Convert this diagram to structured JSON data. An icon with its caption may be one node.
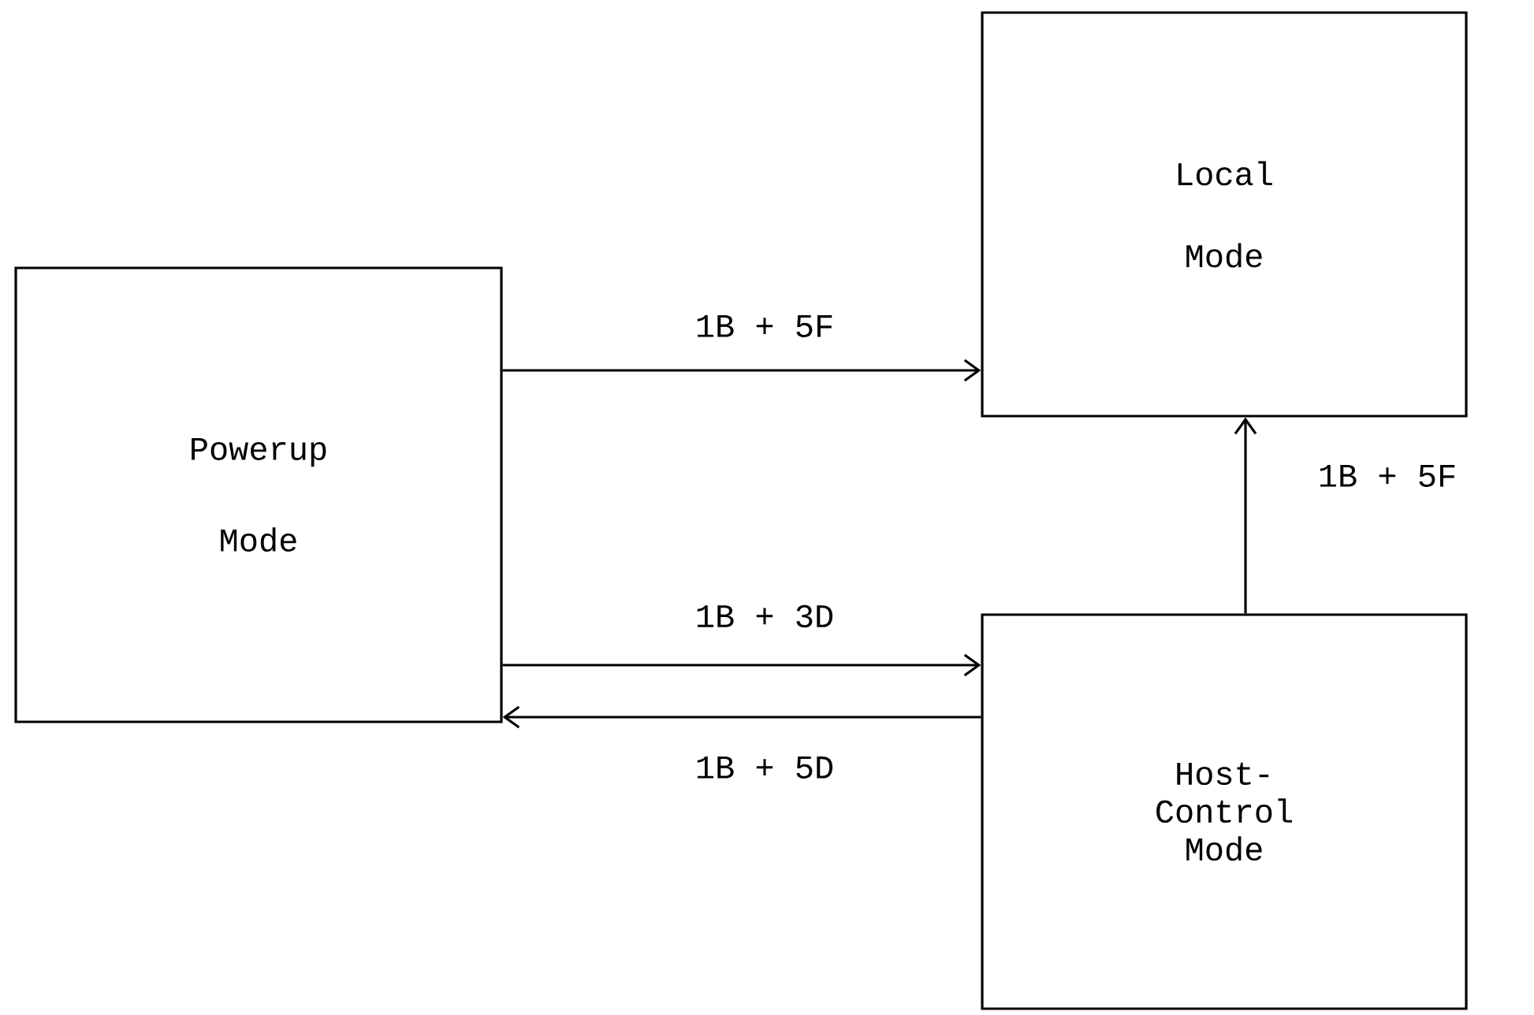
{
  "diagram": {
    "nodes": [
      {
        "text": [
          "Powerup Mode"
        ]
      },
      {
        "text": [
          "Local Mode"
        ]
      },
      {
        "text": [
          "Host-Control Mode"
        ]
      }
    ],
    "edges": [
      {
        "from": 0,
        "to": 1,
        "arrow": "to",
        "label": "1B + 5F"
      },
      {
        "from": 0,
        "to": 2,
        "arrow": "to",
        "label": "1B + 3D"
      },
      {
        "from": 2,
        "to": 0,
        "arrow": "to",
        "label": "1B + 5D"
      },
      {
        "from": 2,
        "to": 1,
        "arrow": "to",
        "label": "1B + 5F"
      }
    ]
  }
}
